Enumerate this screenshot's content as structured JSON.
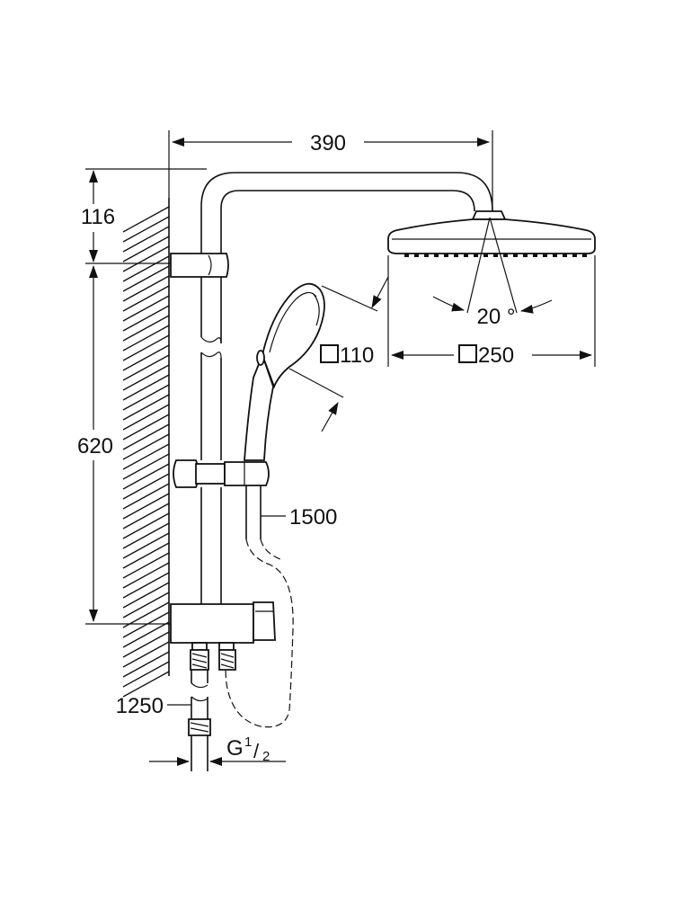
{
  "dimensions": {
    "width_390": "390",
    "height_116": "116",
    "height_620": "620",
    "hand_shower": "110",
    "head_shower": "250",
    "angle": "20 °",
    "hose_1500": "1500",
    "hose_1250": "1250",
    "thread_g": "G",
    "thread_num": "1",
    "thread_den": "2"
  },
  "colors": {
    "line": "#111111",
    "background": "#ffffff"
  }
}
